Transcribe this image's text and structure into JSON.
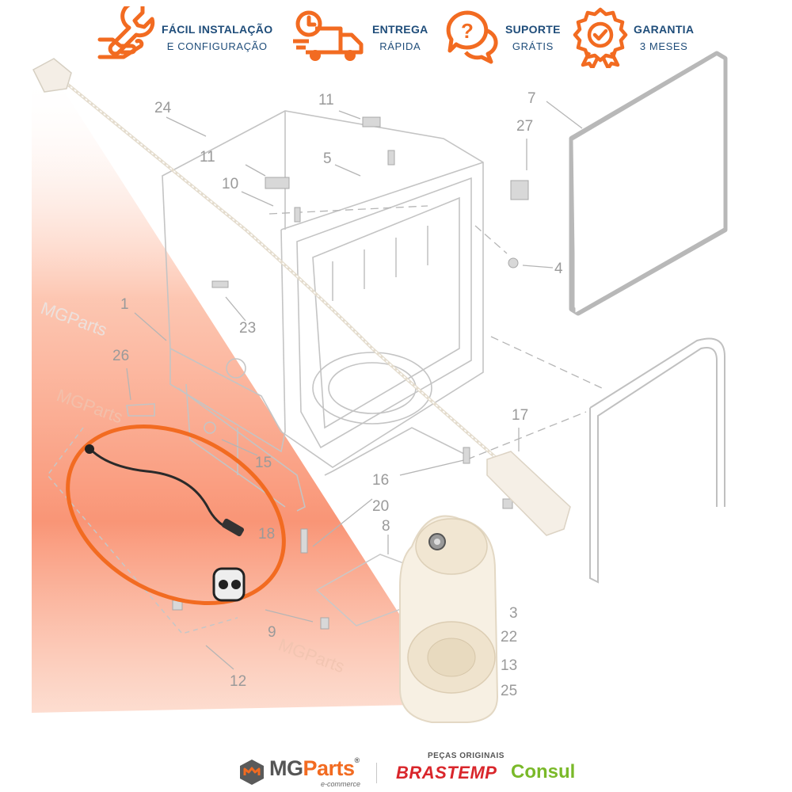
{
  "features": [
    {
      "title": "FÁCIL INSTALAÇÃO",
      "subtitle": "E CONFIGURAÇÃO",
      "icon": "wrench-hand-icon"
    },
    {
      "title": "ENTREGA",
      "subtitle": "RÁPIDA",
      "icon": "delivery-truck-icon"
    },
    {
      "title": "SUPORTE",
      "subtitle": "GRÁTIS",
      "icon": "question-chat-icon"
    },
    {
      "title": "GARANTIA",
      "subtitle": "3 MESES",
      "icon": "warranty-badge-icon"
    }
  ],
  "part_numbers": [
    "24",
    "11",
    "11",
    "10",
    "5",
    "7",
    "27",
    "4",
    "1",
    "23",
    "26",
    "15",
    "17",
    "16",
    "20",
    "8",
    "18",
    "3",
    "22",
    "13",
    "25",
    "9",
    "12"
  ],
  "footer": {
    "logo_main": "MGParts",
    "logo_mg": "MG",
    "logo_parts": "Parts",
    "logo_registered": "®",
    "logo_sub": "e-commerce",
    "originals_label": "PEÇAS ORIGINAIS",
    "brand1": "BRASTEMP",
    "brand2": "Consul"
  },
  "colors": {
    "accent_orange": "#f26b21",
    "navy": "#1f4d7a",
    "brastemp_red": "#d9262b",
    "consul_green": "#7ab929"
  }
}
